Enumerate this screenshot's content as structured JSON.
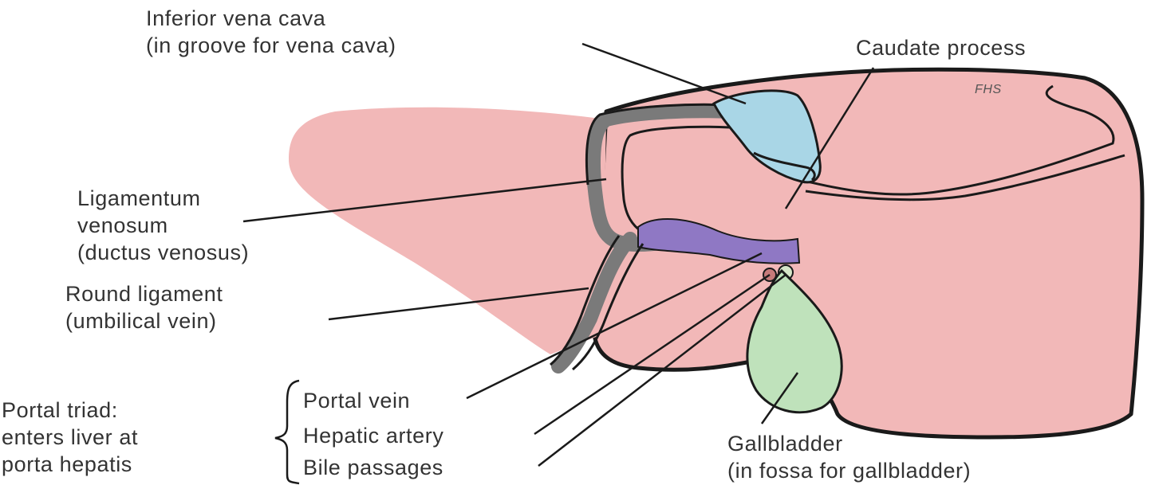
{
  "labels": {
    "inferior_vena_cava": {
      "line1": "Inferior vena cava",
      "line2": "(in groove for vena cava)"
    },
    "caudate_process": "Caudate process",
    "ligamentum_venosum": {
      "line1": "Ligamentum",
      "line2": "venosum",
      "line3": "(ductus venosus)"
    },
    "round_ligament": {
      "line1": "Round ligament",
      "line2": "(umbilical vein)"
    },
    "portal_triad": {
      "line1": "Portal triad:",
      "line2": "enters liver at",
      "line3": "porta hepatis"
    },
    "portal_vein": "Portal vein",
    "hepatic_artery": "Hepatic artery",
    "bile_passages": "Bile passages",
    "gallbladder": {
      "line1": "Gallbladder",
      "line2": "(in fossa for gallbladder)"
    },
    "artist_signature": "FHS"
  },
  "colors": {
    "liver": "#f2b8b8",
    "vena_cava": "#a9d6e6",
    "ligamentum_venosum": "#8f78c4",
    "gallbladder": "#bfe2bb",
    "ligament_band": "#7a7a7a",
    "outline": "#1a1a1a",
    "text": "#333333"
  }
}
